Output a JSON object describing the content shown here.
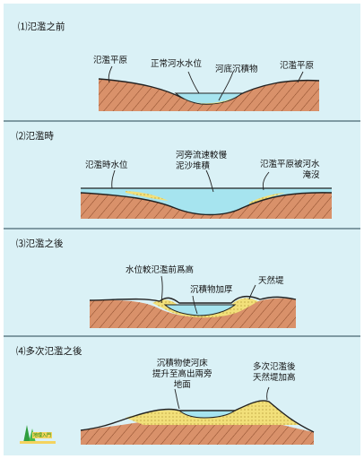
{
  "panels": [
    {
      "title": "⑴氾濫之前",
      "labels": [
        "氾濫平原",
        "正常河水水位",
        "河底沉積物",
        "氾濫平原"
      ]
    },
    {
      "title": "⑵氾濫時",
      "labels": [
        "氾濫時水位",
        "河旁流速較慢\n泥沙堆積",
        "氾濫平原被河水\n淹沒"
      ]
    },
    {
      "title": "⑶氾濫之後",
      "labels": [
        "水位較氾濫前爲高",
        "沉積物加厚",
        "天然堤"
      ]
    },
    {
      "title": "⑷多次氾濫之後",
      "labels": [
        "沉積物使河床\n提升至高出兩旁\n地面",
        "多次氾濫後\n天然堤加高"
      ]
    }
  ],
  "logo": {
    "text": "地理入門"
  },
  "colors": {
    "background": "#daf1f6",
    "soil": "#d9916a",
    "water": "#a6e4ef",
    "sediment": "#f2e07a"
  }
}
